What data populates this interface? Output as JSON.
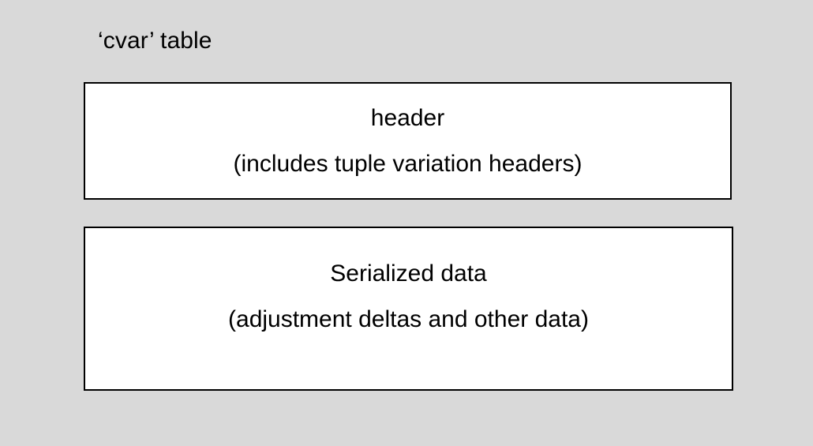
{
  "diagram": {
    "title": "‘cvar’ table",
    "background_color": "#d9d9d9",
    "block_fill_color": "#ffffff",
    "block_border_color": "#000000",
    "text_color": "#000000",
    "blocks": [
      {
        "name": "header-block",
        "line1": "header",
        "line2": "(includes tuple variation headers)"
      },
      {
        "name": "serialized-data-block",
        "line1": "Serialized data",
        "line2": "(adjustment deltas and other data)"
      }
    ]
  }
}
